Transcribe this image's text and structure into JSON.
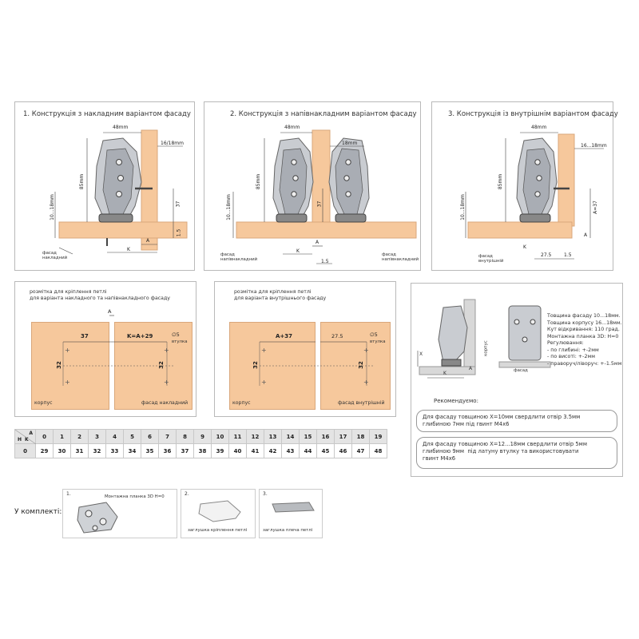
{
  "panels": {
    "p1_title": "1. Конструкція з накладним варіантом фасаду",
    "p2_title": "2. Конструкція з напівнакладним варіантом фасаду",
    "p3_title": "3. Конструкція із внутрішнім варіантом фасаду"
  },
  "dims": {
    "d48": "48mm",
    "d16_18": "16/18mm",
    "d18": "18mm",
    "d16_18b": "16...18mm",
    "d85": "85mm",
    "d10_18": "10...18mm",
    "d37": "37",
    "d15": "1.5",
    "dK": "K",
    "dA": "A",
    "dA37": "A=37",
    "d275": "27.5"
  },
  "labels": {
    "facade_overlay": "фасад\nнакладний",
    "facade_half": "фасад\nнапівнакладний",
    "facade_inner": "фасад\nвнутрішній"
  },
  "drill1": {
    "title": "розмітка для кріплення петлі\nдля варіанта накладного та напівнакладного фасаду",
    "A": "A",
    "d37": "37",
    "kA29": "K=A+29",
    "d5": "∅5",
    "vtulka": "втулка",
    "d32a": "32",
    "d32b": "32",
    "korpus": "корпус",
    "facade": "фасад накладний"
  },
  "drill2": {
    "title": "розмітка для кріплення петлі\nдля варіанта внутрішнього фасаду",
    "a37": "A+37",
    "d275": "27.5",
    "d5": "∅5",
    "vtulka": "втулка",
    "d32a": "32",
    "d32b": "32",
    "korpus": "корпус",
    "facade": "фасад внутрішній"
  },
  "spec": {
    "lines": [
      "Товщина фасаду 10...18мм.",
      "Товщина корпусу 16...18мм.",
      "Кут відкривання: 110 град.",
      "Монтажна планка 3D: H=0",
      "Регулювання:",
      " - по глибині: +-2мм",
      " - по висоті:   +-2мм",
      " - праворуч/ліворуч: +-1.5мм"
    ],
    "x": "X",
    "k": "K",
    "a": "A",
    "korpus": "корпус",
    "facade": "фасад",
    "recommend_title": "Рекомендуємо:",
    "rec1": "Для фасаду товщиною X=10мм свердлити отвір 3.5мм\nглибиною 7мм під гвинт М4х6",
    "rec2": "Для фасаду товщиною X=12...18мм свердлити отвір 5мм\nглибиною 9мм  під латуну втулку та використовувати\nгвинт М4х6"
  },
  "table": {
    "h_label": "H",
    "k_label": "K",
    "a_label": "A",
    "header": [
      "0",
      "1",
      "2",
      "3",
      "4",
      "5",
      "6",
      "7",
      "8",
      "9",
      "10",
      "11",
      "12",
      "13",
      "14",
      "15",
      "16",
      "17",
      "18",
      "19"
    ],
    "row_h": "0",
    "row": [
      "29",
      "30",
      "31",
      "32",
      "33",
      "34",
      "35",
      "36",
      "37",
      "38",
      "39",
      "40",
      "41",
      "42",
      "43",
      "44",
      "45",
      "46",
      "47",
      "48"
    ]
  },
  "kit": {
    "label": "У комплекті:",
    "i1_num": "1.",
    "i1_name": "Монтажна планка 3D H=0",
    "i2_num": "2.",
    "i2_name": "заглушка кріплення петлі",
    "i3_num": "3.",
    "i3_name": "заглушка плеча петлі"
  }
}
